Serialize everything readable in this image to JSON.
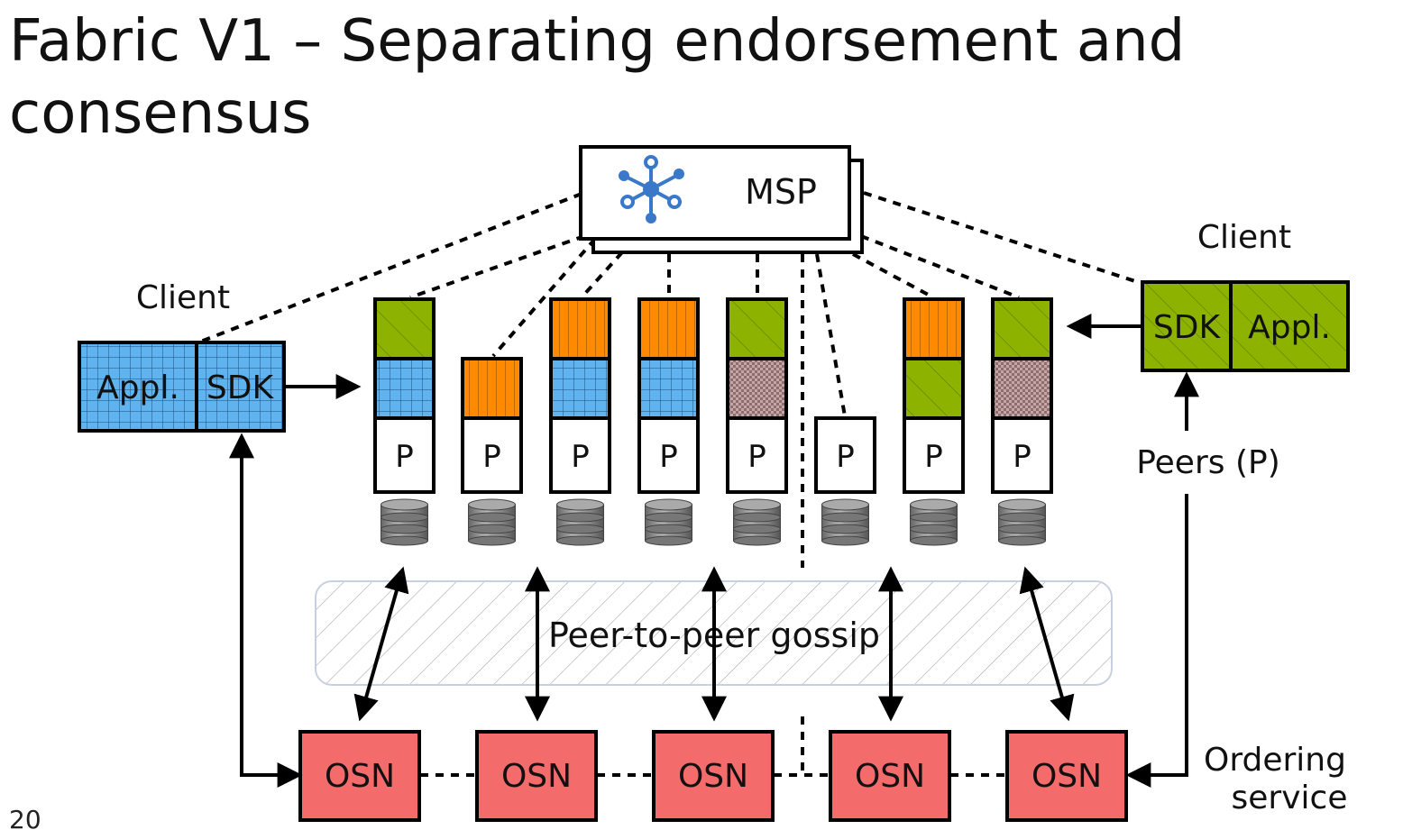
{
  "slide": {
    "title_line1": "Fabric V1 – Separating endorsement and",
    "title_line2": "consensus",
    "page_number": "20"
  },
  "diagram": {
    "msp": {
      "label": "MSP",
      "icon": "network-icon"
    },
    "client_left": {
      "title": "Client",
      "appl_label": "Appl.",
      "sdk_label": "SDK"
    },
    "client_right": {
      "title": "Client",
      "appl_label": "Appl.",
      "sdk_label": "SDK"
    },
    "peers_caption": "Peers (P)",
    "peers": [
      {
        "label": "P",
        "chaincodes": [
          "green",
          "blue"
        ]
      },
      {
        "label": "P",
        "chaincodes": [
          "orange"
        ]
      },
      {
        "label": "P",
        "chaincodes": [
          "orange",
          "blue"
        ]
      },
      {
        "label": "P",
        "chaincodes": [
          "orange",
          "blue"
        ]
      },
      {
        "label": "P",
        "chaincodes": [
          "green",
          "pink"
        ]
      },
      {
        "label": "P",
        "chaincodes": []
      },
      {
        "label": "P",
        "chaincodes": [
          "orange",
          "green"
        ]
      },
      {
        "label": "P",
        "chaincodes": [
          "green",
          "pink"
        ]
      }
    ],
    "gossip_label": "Peer-to-peer gossip",
    "osn_nodes": [
      "OSN",
      "OSN",
      "OSN",
      "OSN",
      "OSN"
    ],
    "ordering_label_line1": "Ordering",
    "ordering_label_line2": "service",
    "colors": {
      "green": "#8db300",
      "blue": "#5fb4ef",
      "orange": "#ff8a00",
      "pink": "#c9a6a6",
      "osn": "#f36b6b",
      "msp_icon": "#3a78c9"
    }
  }
}
